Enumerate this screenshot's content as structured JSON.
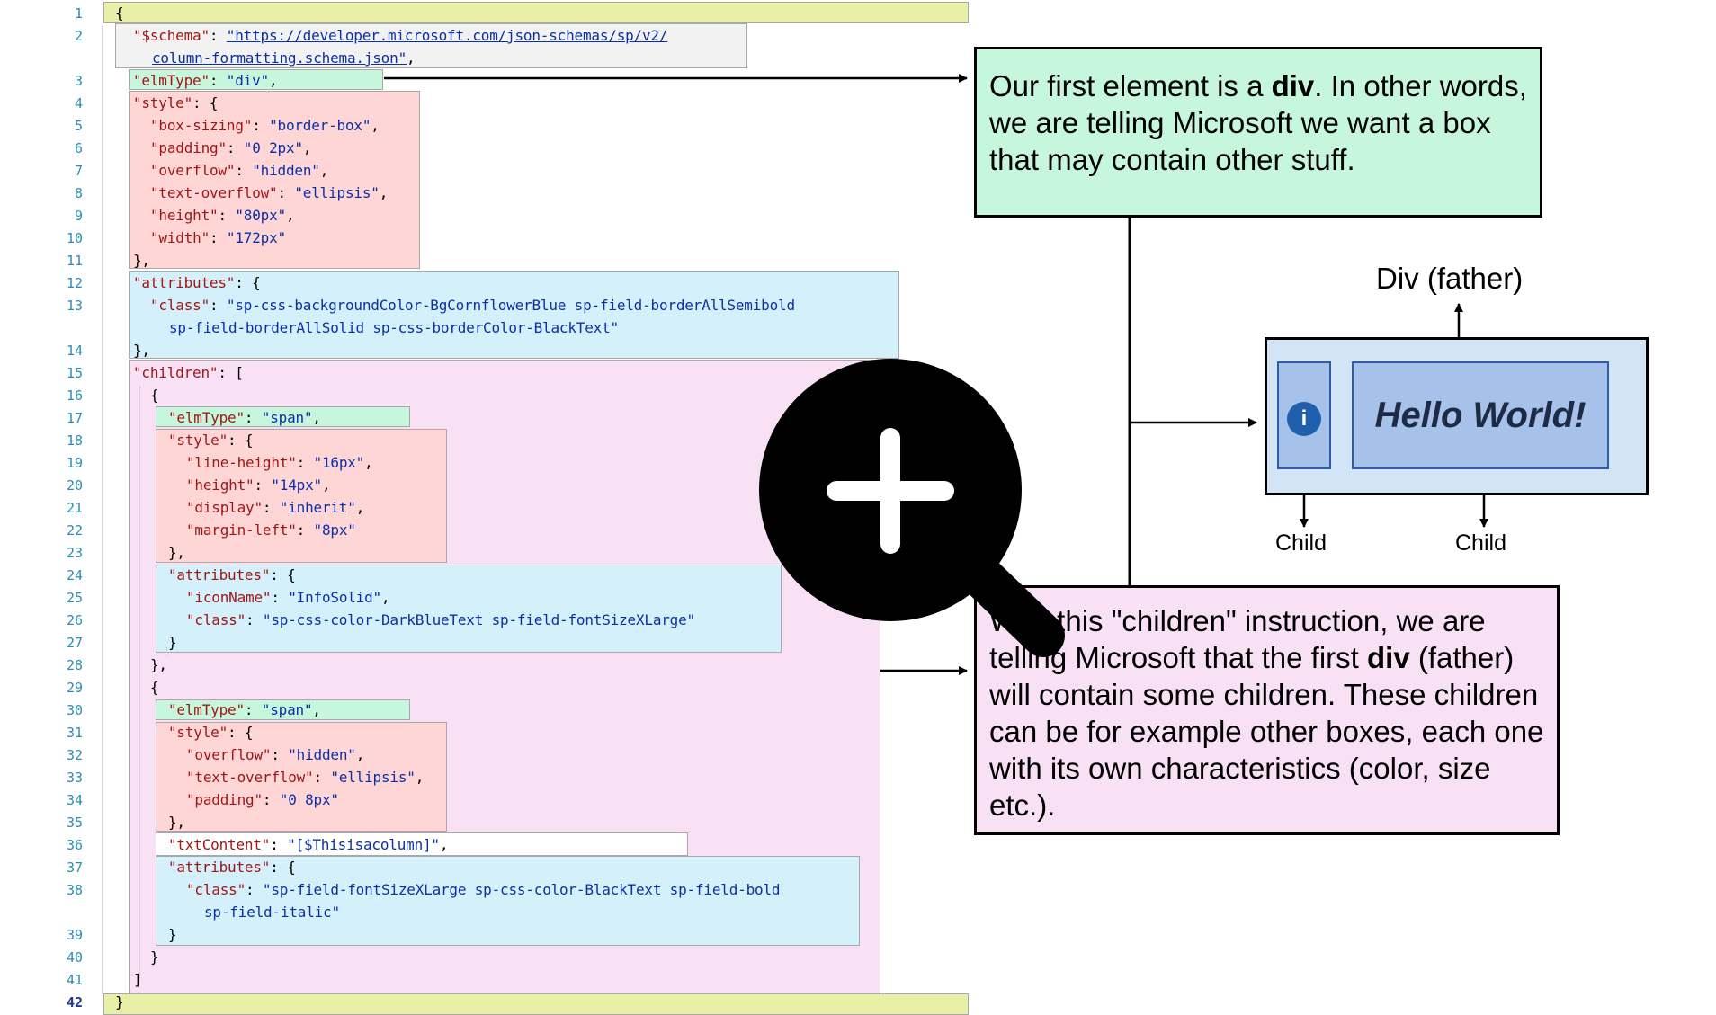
{
  "code_lines": [
    {
      "n": "1",
      "parts": [
        [
          "p",
          "{"
        ]
      ]
    },
    {
      "n": "2",
      "parts": [
        [
          "k",
          "\"$schema\""
        ],
        [
          "p",
          ": "
        ],
        [
          "u",
          "\"https://developer.microsoft.com/json-schemas/sp/v2/"
        ]
      ]
    },
    {
      "n": "",
      "parts": [
        [
          "u",
          "column-formatting.schema.json"
        ],
        [
          "u",
          "\""
        ],
        [
          "p",
          ","
        ]
      ]
    },
    {
      "n": "3",
      "parts": [
        [
          "k",
          "\"elmType\""
        ],
        [
          "p",
          ": "
        ],
        [
          "v",
          "\"div\""
        ],
        [
          "p",
          ","
        ]
      ]
    },
    {
      "n": "4",
      "parts": [
        [
          "k",
          "\"style\""
        ],
        [
          "p",
          ": {"
        ]
      ]
    },
    {
      "n": "5",
      "parts": [
        [
          "k",
          "\"box-sizing\""
        ],
        [
          "p",
          ": "
        ],
        [
          "v",
          "\"border-box\""
        ],
        [
          "p",
          ","
        ]
      ]
    },
    {
      "n": "6",
      "parts": [
        [
          "k",
          "\"padding\""
        ],
        [
          "p",
          ": "
        ],
        [
          "v",
          "\"0 2px\""
        ],
        [
          "p",
          ","
        ]
      ]
    },
    {
      "n": "7",
      "parts": [
        [
          "k",
          "\"overflow\""
        ],
        [
          "p",
          ": "
        ],
        [
          "v",
          "\"hidden\""
        ],
        [
          "p",
          ","
        ]
      ]
    },
    {
      "n": "8",
      "parts": [
        [
          "k",
          "\"text-overflow\""
        ],
        [
          "p",
          ": "
        ],
        [
          "v",
          "\"ellipsis\""
        ],
        [
          "p",
          ","
        ]
      ]
    },
    {
      "n": "9",
      "parts": [
        [
          "k",
          "\"height\""
        ],
        [
          "p",
          ": "
        ],
        [
          "v",
          "\"80px\""
        ],
        [
          "p",
          ","
        ]
      ]
    },
    {
      "n": "10",
      "parts": [
        [
          "k",
          "\"width\""
        ],
        [
          "p",
          ": "
        ],
        [
          "v",
          "\"172px\""
        ]
      ]
    },
    {
      "n": "11",
      "parts": [
        [
          "p",
          "},"
        ]
      ]
    },
    {
      "n": "12",
      "parts": [
        [
          "k",
          "\"attributes\""
        ],
        [
          "p",
          ": {"
        ]
      ]
    },
    {
      "n": "13",
      "parts": [
        [
          "k",
          "\"class\""
        ],
        [
          "p",
          ": "
        ],
        [
          "v",
          "\"sp-css-backgroundColor-BgCornflowerBlue sp-field-borderAllSemibold"
        ]
      ]
    },
    {
      "n": "",
      "parts": [
        [
          "v",
          "sp-field-borderAllSolid sp-css-borderColor-BlackText\""
        ]
      ]
    },
    {
      "n": "14",
      "parts": [
        [
          "p",
          "},"
        ]
      ]
    },
    {
      "n": "15",
      "parts": [
        [
          "k",
          "\"children\""
        ],
        [
          "p",
          ": ["
        ]
      ]
    },
    {
      "n": "16",
      "parts": [
        [
          "p",
          "{"
        ]
      ]
    },
    {
      "n": "17",
      "parts": [
        [
          "k",
          "\"elmType\""
        ],
        [
          "p",
          ": "
        ],
        [
          "v",
          "\"span\""
        ],
        [
          "p",
          ","
        ]
      ]
    },
    {
      "n": "18",
      "parts": [
        [
          "k",
          "\"style\""
        ],
        [
          "p",
          ": {"
        ]
      ]
    },
    {
      "n": "19",
      "parts": [
        [
          "k",
          "\"line-height\""
        ],
        [
          "p",
          ": "
        ],
        [
          "v",
          "\"16px\""
        ],
        [
          "p",
          ","
        ]
      ]
    },
    {
      "n": "20",
      "parts": [
        [
          "k",
          "\"height\""
        ],
        [
          "p",
          ": "
        ],
        [
          "v",
          "\"14px\""
        ],
        [
          "p",
          ","
        ]
      ]
    },
    {
      "n": "21",
      "parts": [
        [
          "k",
          "\"display\""
        ],
        [
          "p",
          ": "
        ],
        [
          "v",
          "\"inherit\""
        ],
        [
          "p",
          ","
        ]
      ]
    },
    {
      "n": "22",
      "parts": [
        [
          "k",
          "\"margin-left\""
        ],
        [
          "p",
          ": "
        ],
        [
          "v",
          "\"8px\""
        ]
      ]
    },
    {
      "n": "23",
      "parts": [
        [
          "p",
          "},"
        ]
      ]
    },
    {
      "n": "24",
      "parts": [
        [
          "k",
          "\"attributes\""
        ],
        [
          "p",
          ": {"
        ]
      ]
    },
    {
      "n": "25",
      "parts": [
        [
          "k",
          "\"iconName\""
        ],
        [
          "p",
          ": "
        ],
        [
          "v",
          "\"InfoSolid\""
        ],
        [
          "p",
          ","
        ]
      ]
    },
    {
      "n": "26",
      "parts": [
        [
          "k",
          "\"class\""
        ],
        [
          "p",
          ": "
        ],
        [
          "v",
          "\"sp-css-color-DarkBlueText sp-field-fontSizeXLarge\""
        ]
      ]
    },
    {
      "n": "27",
      "parts": [
        [
          "p",
          "}"
        ]
      ]
    },
    {
      "n": "28",
      "parts": [
        [
          "p",
          "},"
        ]
      ]
    },
    {
      "n": "29",
      "parts": [
        [
          "p",
          "{"
        ]
      ]
    },
    {
      "n": "30",
      "parts": [
        [
          "k",
          "\"elmType\""
        ],
        [
          "p",
          ": "
        ],
        [
          "v",
          "\"span\""
        ],
        [
          "p",
          ","
        ]
      ]
    },
    {
      "n": "31",
      "parts": [
        [
          "k",
          "\"style\""
        ],
        [
          "p",
          ": {"
        ]
      ]
    },
    {
      "n": "32",
      "parts": [
        [
          "k",
          "\"overflow\""
        ],
        [
          "p",
          ": "
        ],
        [
          "v",
          "\"hidden\""
        ],
        [
          "p",
          ","
        ]
      ]
    },
    {
      "n": "33",
      "parts": [
        [
          "k",
          "\"text-overflow\""
        ],
        [
          "p",
          ": "
        ],
        [
          "v",
          "\"ellipsis\""
        ],
        [
          "p",
          ","
        ]
      ]
    },
    {
      "n": "34",
      "parts": [
        [
          "k",
          "\"padding\""
        ],
        [
          "p",
          ": "
        ],
        [
          "v",
          "\"0 8px\""
        ]
      ]
    },
    {
      "n": "35",
      "parts": [
        [
          "p",
          "},"
        ]
      ]
    },
    {
      "n": "36",
      "parts": [
        [
          "k",
          "\"txtContent\""
        ],
        [
          "p",
          ": "
        ],
        [
          "v",
          "\"[$Thisisacolumn]\""
        ],
        [
          "p",
          ","
        ]
      ]
    },
    {
      "n": "37",
      "parts": [
        [
          "k",
          "\"attributes\""
        ],
        [
          "p",
          ": {"
        ]
      ]
    },
    {
      "n": "38",
      "parts": [
        [
          "k",
          "\"class\""
        ],
        [
          "p",
          ": "
        ],
        [
          "v",
          "\"sp-field-fontSizeXLarge sp-css-color-BlackText sp-field-bold"
        ]
      ]
    },
    {
      "n": "",
      "parts": [
        [
          "v",
          "sp-field-italic\""
        ]
      ]
    },
    {
      "n": "39",
      "parts": [
        [
          "p",
          "}"
        ]
      ]
    },
    {
      "n": "40",
      "parts": [
        [
          "p",
          "}"
        ]
      ]
    },
    {
      "n": "41",
      "parts": [
        [
          "p",
          "]"
        ]
      ]
    },
    {
      "n": "42",
      "parts": [
        [
          "p",
          "}"
        ]
      ]
    }
  ],
  "callout_div": {
    "t1": "Our first element is a ",
    "b1": "div",
    "t2": ". In other words, we are telling Microsoft we want a box that may contain other stuff."
  },
  "callout_children": {
    "t1": "With this \"children\" instruction, we are telling Microsoft that the first ",
    "b1": "div",
    "t2": " (father) will contain some children. These children can be for example other boxes, each one with its own characteristics (color, size etc.)."
  },
  "diagram": {
    "father_label": "Div (father)",
    "child_label_1": "Child",
    "child_label_2": "Child",
    "hello_text": "Hello World!",
    "info_glyph": "i"
  },
  "zoom_icon": "zoom-in-icon"
}
